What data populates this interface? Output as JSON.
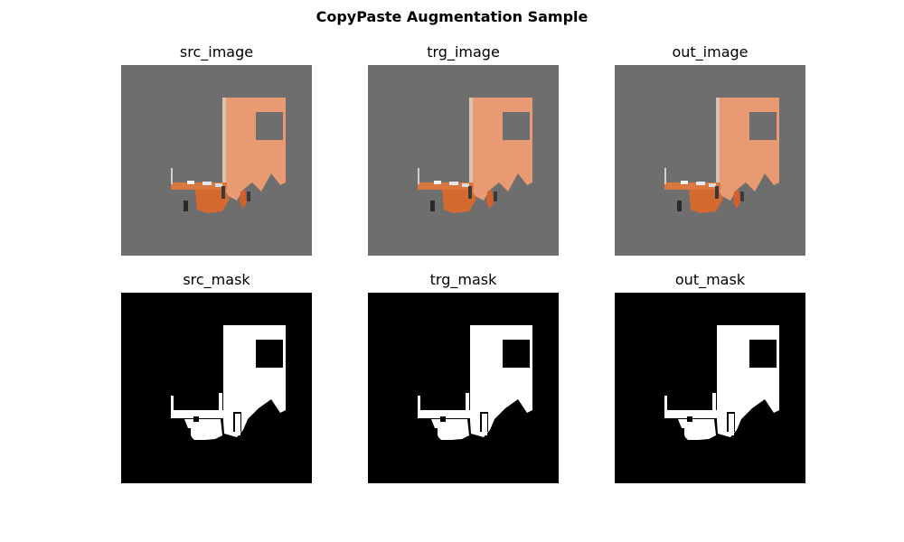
{
  "figure": {
    "title": "CopyPaste Augmentation Sample"
  },
  "panels": {
    "src_image": {
      "title": "src_image",
      "kind": "image",
      "background": "#6e6e6e",
      "object_color": "#e89a72"
    },
    "trg_image": {
      "title": "trg_image",
      "kind": "image",
      "background": "#6e6e6e",
      "object_color": "#e89a72"
    },
    "out_image": {
      "title": "out_image",
      "kind": "image",
      "background": "#6e6e6e",
      "object_color": "#e89a72"
    },
    "src_mask": {
      "title": "src_mask",
      "kind": "mask",
      "background": "#000000",
      "object_color": "#ffffff"
    },
    "trg_mask": {
      "title": "trg_mask",
      "kind": "mask",
      "background": "#000000",
      "object_color": "#ffffff"
    },
    "out_mask": {
      "title": "out_mask",
      "kind": "mask",
      "background": "#000000",
      "object_color": "#ffffff"
    }
  }
}
